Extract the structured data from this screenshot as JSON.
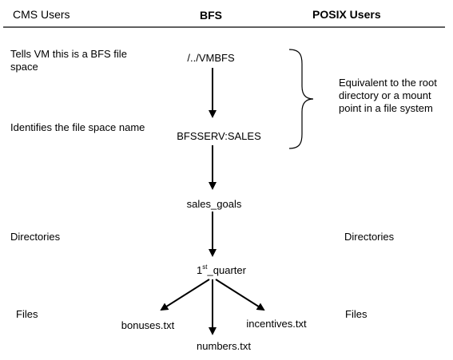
{
  "header": {
    "cms": "CMS Users",
    "bfs": "BFS",
    "posix": "POSIX Users"
  },
  "cms_notes": {
    "tells_vm": "Tells VM this is a BFS file space",
    "identifies": "Identifies the file space name",
    "directories": "Directories",
    "files": "Files"
  },
  "posix_notes": {
    "equivalent": "Equivalent to the root directory or a mount point in a file system",
    "directories": "Directories",
    "files": "Files"
  },
  "nodes": {
    "vmbfs": "/../VMBFS",
    "bfsserv": "BFSSERV:SALES",
    "sales_goals": "sales_goals",
    "quarter_num": "1",
    "quarter_sup": "st",
    "quarter_rest": "_quarter",
    "bonuses": "bonuses.txt",
    "numbers": "numbers.txt",
    "incentives": "incentives.txt"
  }
}
